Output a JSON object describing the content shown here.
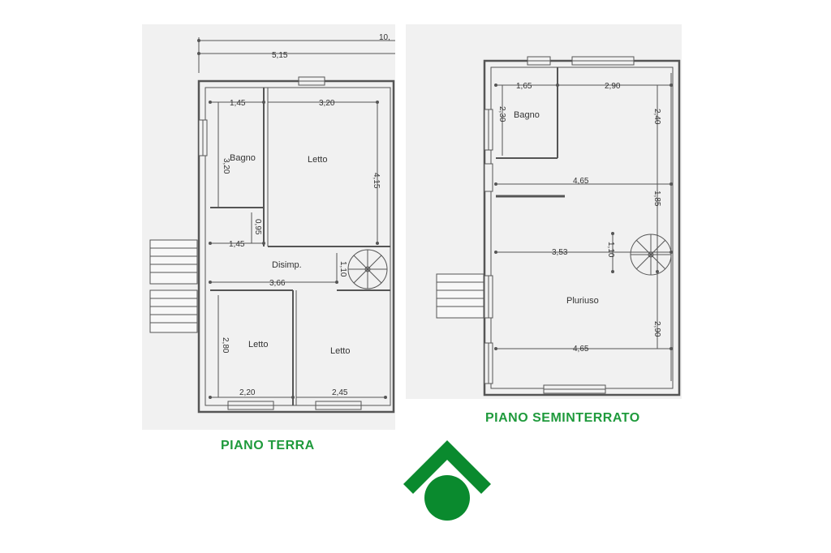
{
  "plans": {
    "terra": {
      "caption": "PIANO TERRA",
      "rooms": {
        "bagno": "Bagno",
        "letto_top": "Letto",
        "disimp": "Disimp.",
        "letto_bl": "Letto",
        "letto_br": "Letto"
      },
      "dims": {
        "overall_partial": "10,",
        "top_width": "5,15",
        "bagno_w": "1,45",
        "letto_w": "3,20",
        "bagno_h": "3,20",
        "letto_h": "4,15",
        "step_h": "0,95",
        "disimp_w": "1,45",
        "disimp_h": "1,10",
        "corridor": "3,66",
        "lower_h": "2,80",
        "bottom_left": "2,20",
        "bottom_right": "2,45"
      }
    },
    "seminterrato": {
      "caption": "PIANO SEMINTERRATO",
      "rooms": {
        "bagno": "Bagno",
        "pluriuso": "Pluriuso"
      },
      "dims": {
        "bagno_w": "1,65",
        "right_w": "2,90",
        "bagno_h": "2,30",
        "right_h_top": "2,40",
        "mid_w": "4,65",
        "right_h_mid": "1,85",
        "stair_w": "3,53",
        "stair_h": "1,10",
        "right_h_low": "2,90",
        "bottom_w": "4,65"
      }
    }
  },
  "logo": {
    "color": "#0a8a2e"
  }
}
